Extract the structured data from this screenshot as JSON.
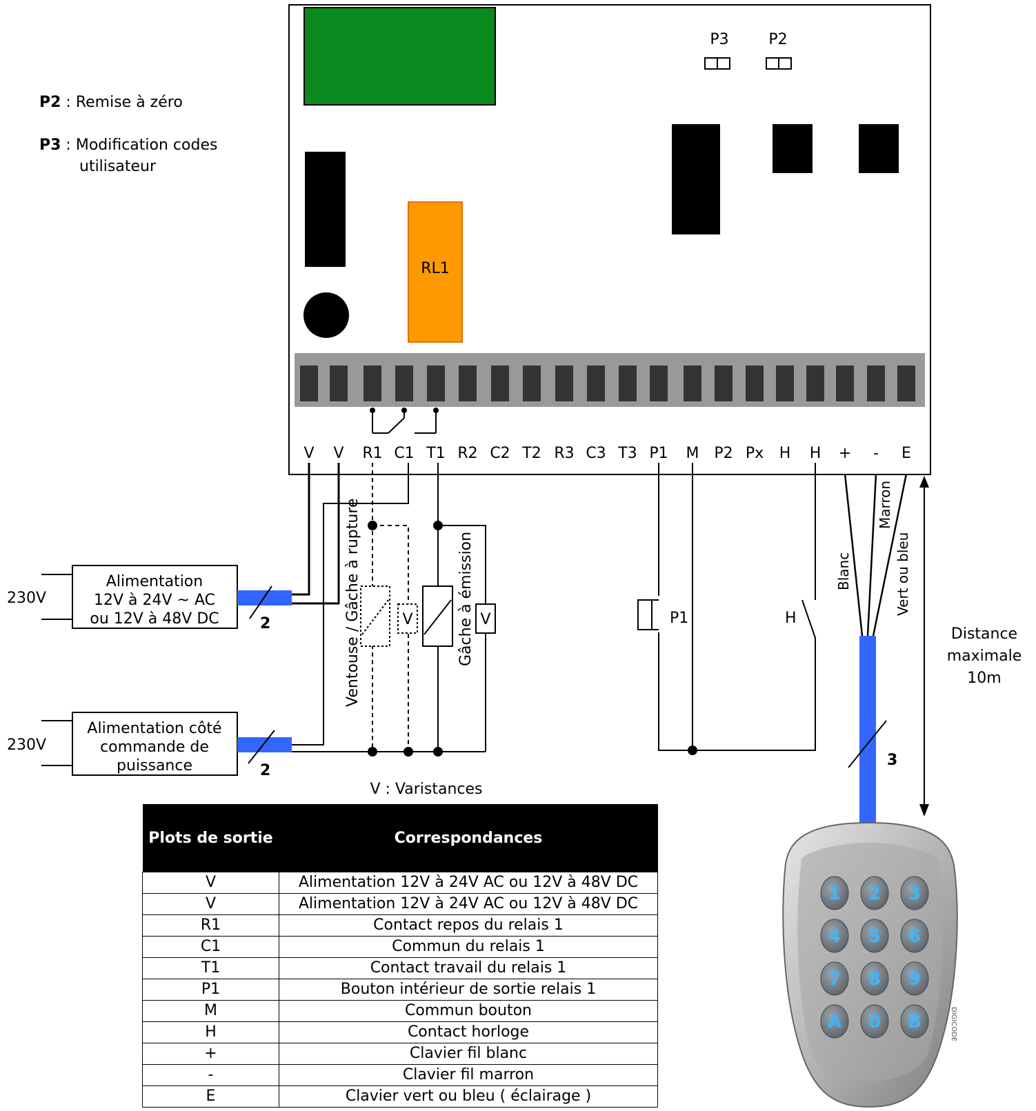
{
  "legend": {
    "p2_key": "P2",
    "p2_text": " : Remise à zéro",
    "p3_key": "P3",
    "p3_text": " : Modification codes",
    "p3_text2": "utilisateur"
  },
  "board": {
    "jumper_p3": "P3",
    "jumper_p2": "P2",
    "relay_label": "RL1",
    "terminals": [
      "V",
      "V",
      "R1",
      "C1",
      "T1",
      "R2",
      "C2",
      "T2",
      "R3",
      "C3",
      "T3",
      "P1",
      "M",
      "P2",
      "Px",
      "H",
      "H",
      "+",
      "-",
      "E"
    ]
  },
  "supply1": {
    "lines": [
      "Alimentation",
      "12V à 24V ~ AC",
      "ou 12V à 48V DC"
    ],
    "voltage": "230V",
    "wire_count": "2"
  },
  "supply2": {
    "lines": [
      "Alimentation côté",
      "commande de",
      "puissance"
    ],
    "voltage": "230V",
    "wire_count": "2"
  },
  "circuit": {
    "ventouse_label": "Ventouse / Gâche à rupture",
    "gache_label": "Gâche à émission",
    "varistor_symbol": "V",
    "varistor_note": "V : Varistances",
    "p1_label": "P1",
    "h_label": "H",
    "wire_blanc": "Blanc",
    "wire_marron": "Marron",
    "wire_vert": "Vert ou bleu",
    "cable_count": "3",
    "distance_lines": [
      "Distance",
      "maximale",
      "10m"
    ]
  },
  "keypad": {
    "keys": [
      "1",
      "2",
      "3",
      "4",
      "5",
      "6",
      "7",
      "8",
      "9",
      "A",
      "0",
      "B"
    ],
    "brand": "DIGICODE"
  },
  "colors": {
    "display": "#0a8a1e",
    "relay": "#ff9900",
    "cable": "#3366ff",
    "terminal_block": "#999999",
    "terminal": "#333333"
  },
  "table": {
    "headers": [
      "Plots de sortie",
      "Correspondances"
    ],
    "rows": [
      [
        "V",
        "Alimentation 12V à 24V AC ou 12V à 48V DC"
      ],
      [
        "V",
        "Alimentation 12V à 24V AC ou 12V à 48V DC"
      ],
      [
        "R1",
        "Contact repos du relais 1"
      ],
      [
        "C1",
        "Commun du relais 1"
      ],
      [
        "T1",
        "Contact travail du relais 1"
      ],
      [
        "P1",
        "Bouton intérieur de sortie  relais 1"
      ],
      [
        "M",
        "Commun bouton"
      ],
      [
        "H",
        "Contact horloge"
      ],
      [
        "+",
        "Clavier fil blanc"
      ],
      [
        "-",
        "Clavier fil marron"
      ],
      [
        "E",
        "Clavier vert ou bleu ( éclairage )"
      ]
    ]
  }
}
